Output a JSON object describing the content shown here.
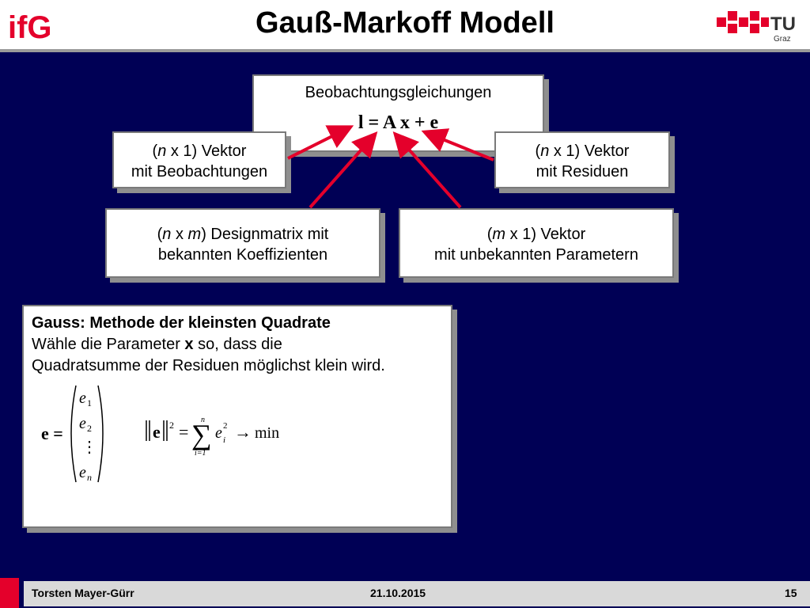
{
  "header": {
    "title": "Gauß-Markoff Modell",
    "logo_left_text": "ifG",
    "logo_right_text": "TU",
    "logo_right_sub": "Graz"
  },
  "main_box": {
    "title": "Beobachtungsgleichungen",
    "equation": "l = A x + e"
  },
  "boxes": {
    "l_vector": {
      "prefix": "(",
      "n": "n",
      "suffix": " x 1) Vektor",
      "line2": "mit Beobachtungen"
    },
    "e_vector": {
      "prefix": "(",
      "n": "n",
      "suffix": " x 1) Vektor",
      "line2": "mit Residuen"
    },
    "design_matrix": {
      "prefix": "(",
      "n": "n",
      "mid": " x ",
      "m": "m",
      "suffix": ") Designmatrix mit",
      "line2": "bekannten Koeffizienten"
    },
    "param_vector": {
      "prefix": "(",
      "m": "m",
      "suffix": " x 1) Vektor",
      "line2": "mit unbekannten Parametern"
    }
  },
  "gauss": {
    "heading": "Gauss: Methode der kleinsten Quadrate",
    "line1_pre": "Wähle die Parameter ",
    "line1_bold": "x",
    "line1_post": " so, dass die",
    "line2": "Quadratsumme der Residuen möglichst klein wird.",
    "vec_label": "e =",
    "vec_e1": "e",
    "vec_e1_sub": "1",
    "vec_e2": "e",
    "vec_e2_sub": "2",
    "vec_dots": "⋮",
    "vec_en": "e",
    "vec_en_sub": "n",
    "norm_e": "e",
    "norm_exp": "2",
    "eq": "=",
    "sum": "∑",
    "sum_top": "n",
    "sum_bottom": "i=1",
    "sum_term": "e",
    "sum_term_sub": "i",
    "sum_term_sup": "2",
    "arrow": "→",
    "min": "min"
  },
  "colors": {
    "background": "#000055",
    "arrow": "#e4002b",
    "tu_red": "#e4002b",
    "ifg_red": "#e4002b"
  },
  "footer": {
    "author": "Torsten Mayer-Gürr",
    "date": "21.10.2015",
    "page": "15"
  }
}
